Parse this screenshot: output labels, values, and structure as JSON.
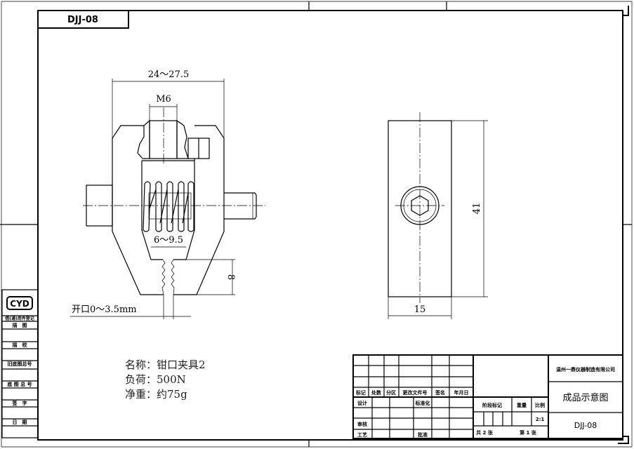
{
  "drawing_number_tab": "DJJ-08",
  "dimensions": {
    "width": "24～27.5",
    "thread": "M6",
    "spring": "6～9.5",
    "jaw_depth": "8",
    "opening": "开口0～3.5mm",
    "height": "41",
    "thickness": "15"
  },
  "notes": {
    "name": "名称：钳口夹具2",
    "load": "负荷：500N",
    "weight": "净重：约75g"
  },
  "left_strip": {
    "logo": "CYD",
    "labels": [
      "借(通)用件登记",
      "描　图",
      "描　校",
      "旧底图总号",
      "底 图 总 号",
      "签　字",
      "日　期"
    ]
  },
  "title_block": {
    "headers": [
      "标记",
      "处数",
      "分区",
      "更改文件号",
      "签名",
      "年月日"
    ],
    "design": "设计",
    "standardization": "标准化",
    "review": "审核",
    "process": "工艺",
    "approve": "批准",
    "stage_mark": "阶段标记",
    "weight": "重量",
    "scale": "比例",
    "scale_value": "2:1",
    "sheets_total": "共  2 张",
    "sheet_no": "第  1 张",
    "company": "温州一鼎仪器制造有限公司",
    "title": "成品示意图",
    "drawing_no": "DJJ-08"
  }
}
